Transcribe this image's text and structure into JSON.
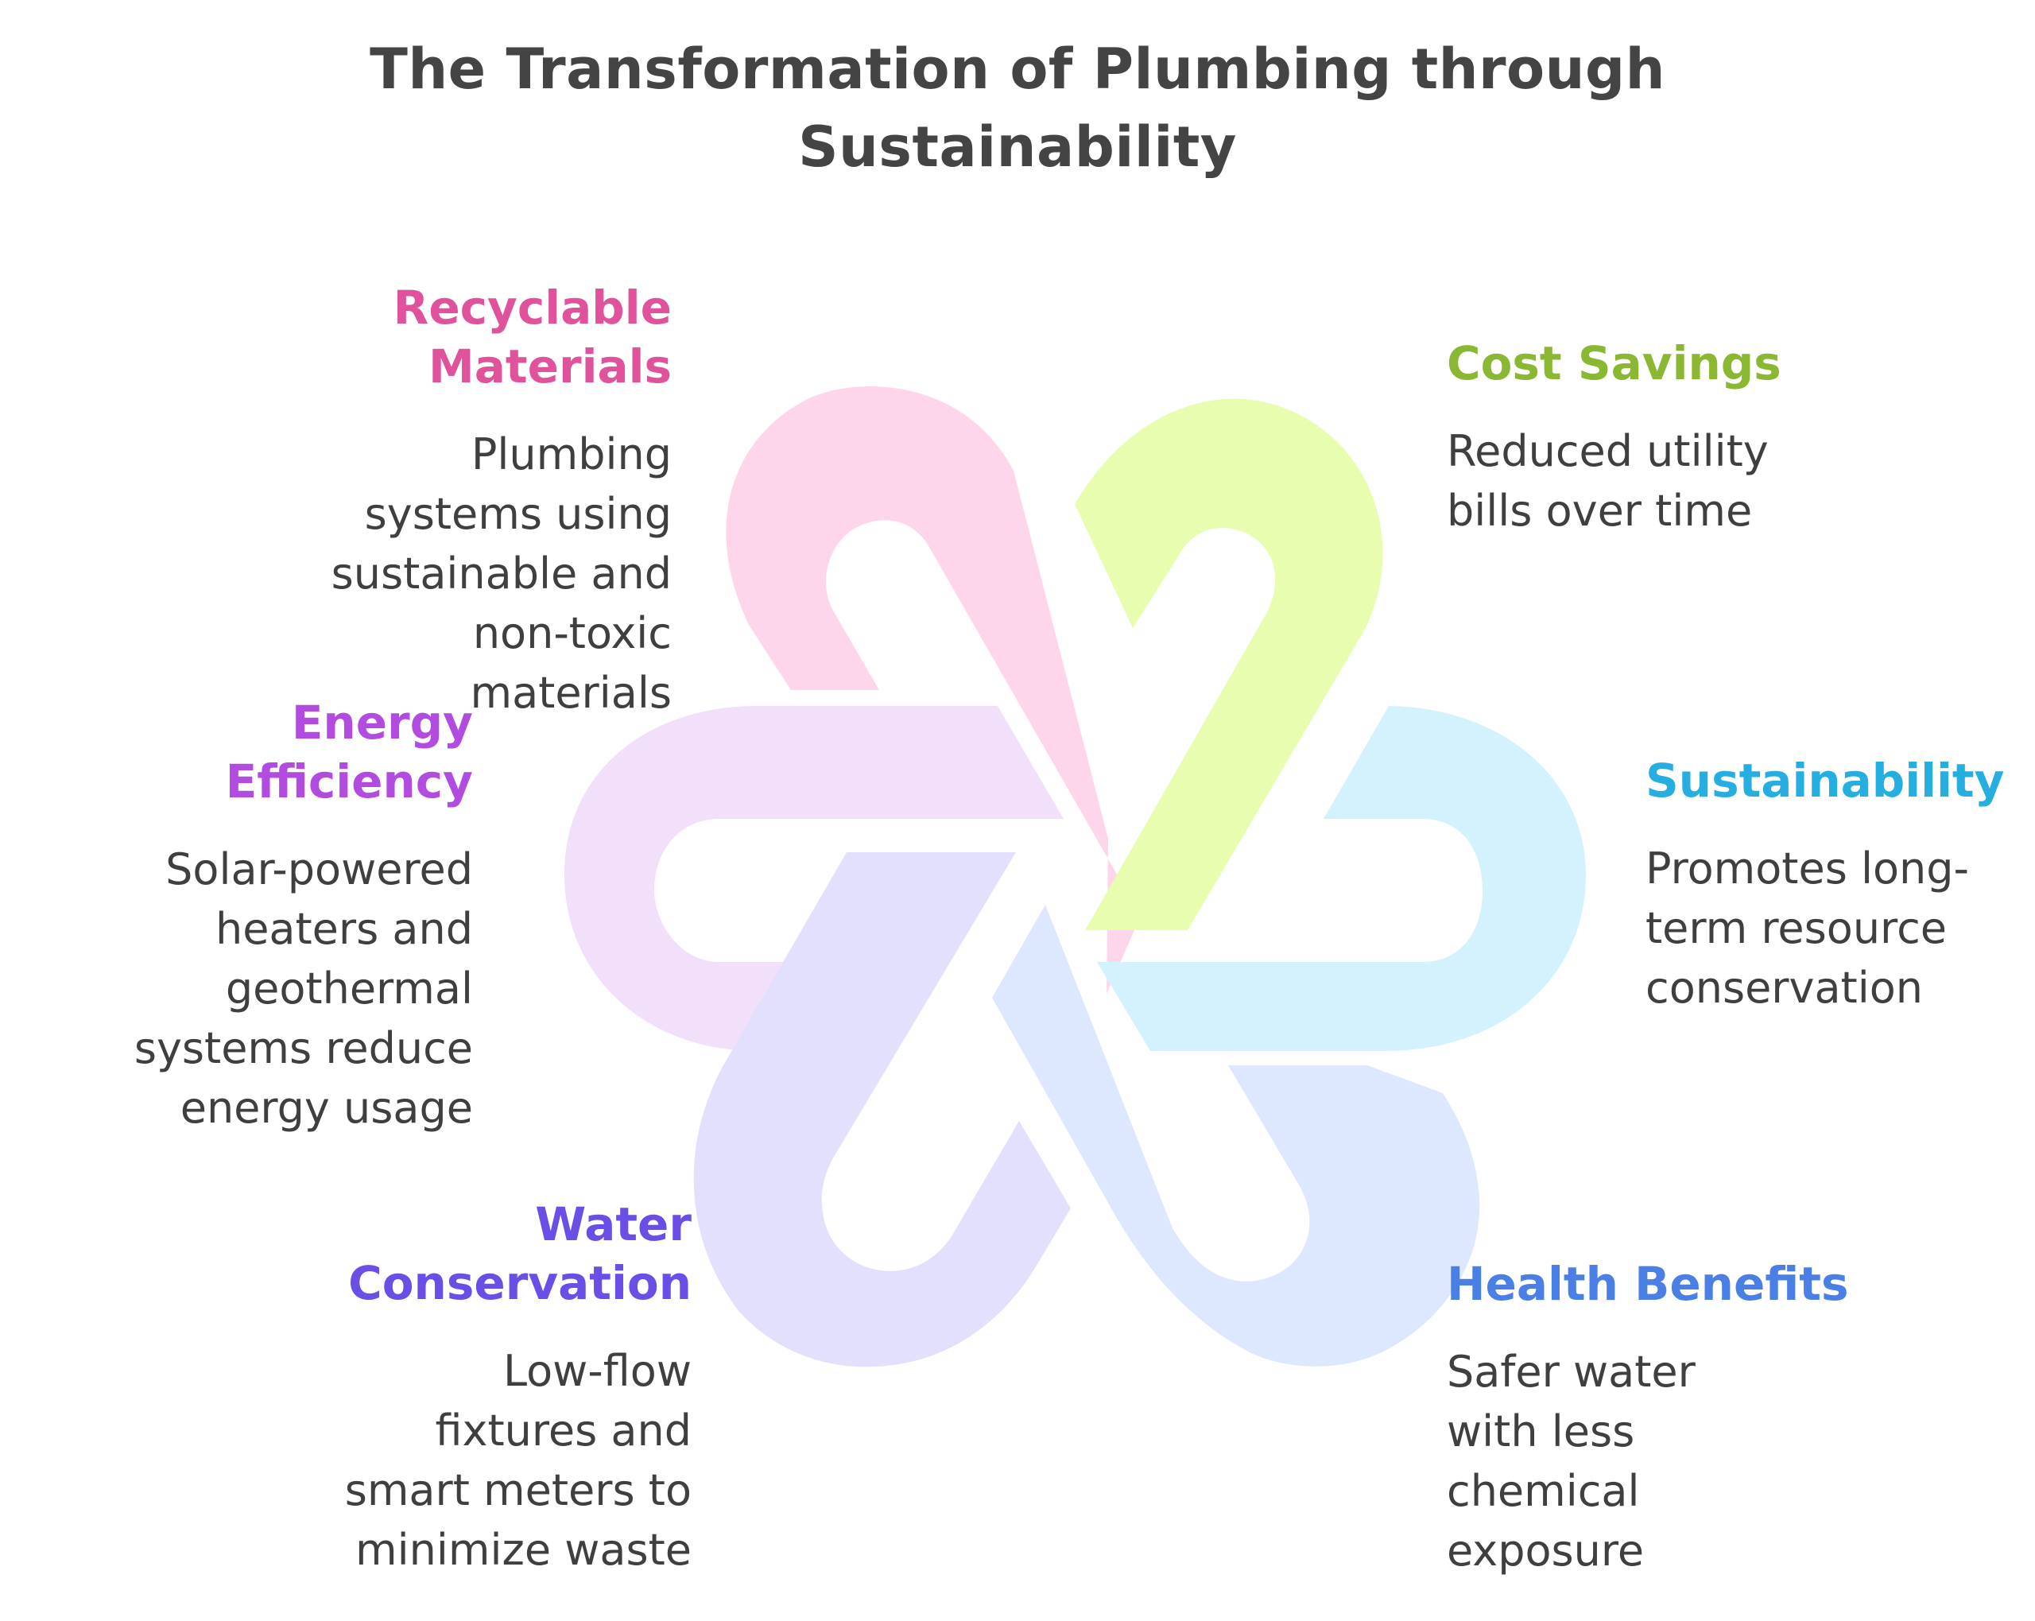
{
  "title": {
    "line1": "The Transformation of Plumbing through",
    "line2": "Sustainability"
  },
  "items": {
    "recyclable": {
      "heading": [
        "Recyclable",
        "Materials"
      ],
      "description": [
        "Plumbing",
        "systems using",
        "sustainable and",
        "non-toxic",
        "materials"
      ],
      "color": "#e0529c",
      "ring_color": "#fdd6ec"
    },
    "cost": {
      "heading": [
        "Cost Savings"
      ],
      "description": [
        "Reduced utility",
        "bills over time"
      ],
      "color": "#8ab833",
      "ring_color": "#e8fdb0"
    },
    "energy": {
      "heading": [
        "Energy",
        "Efficiency"
      ],
      "description": [
        "Solar-powered",
        "heaters and",
        "geothermal",
        "systems reduce",
        "energy usage"
      ],
      "color": "#b24be0",
      "ring_color": "#f2e0fb"
    },
    "sustainability": {
      "heading": [
        "Sustainability"
      ],
      "description": [
        "Promotes long-",
        "term resource",
        "conservation"
      ],
      "color": "#27aee0",
      "ring_color": "#d3f2fd"
    },
    "water": {
      "heading": [
        "Water",
        "Conservation"
      ],
      "description": [
        "Low-flow",
        "fixtures and",
        "smart meters to",
        "minimize waste"
      ],
      "color": "#6a4ee6",
      "ring_color": "#e3e0fd"
    },
    "health": {
      "heading": [
        "Health Benefits"
      ],
      "description": [
        "Safer water",
        "with less",
        "chemical",
        "exposure"
      ],
      "color": "#4a7fe6",
      "ring_color": "#dde7fd"
    }
  }
}
